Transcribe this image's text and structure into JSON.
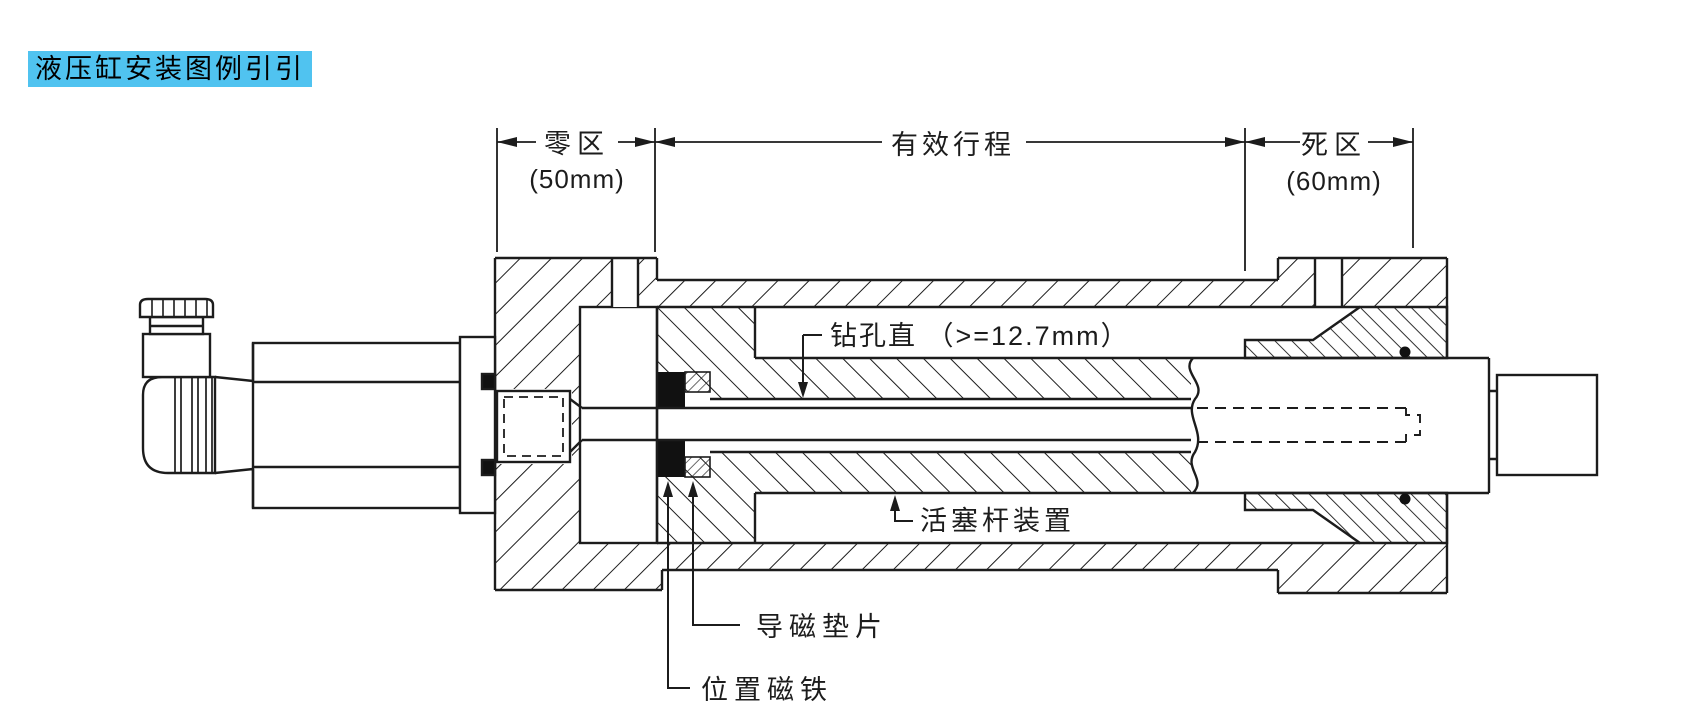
{
  "title": {
    "text": "液压缸安装图例引引",
    "highlight_color": "#50c3f0"
  },
  "dimensions": {
    "zero_zone": {
      "label": "零区",
      "value": "(50mm)"
    },
    "effective_stroke": {
      "label": "有效行程"
    },
    "dead_zone": {
      "label": "死区",
      "value": "(60mm)"
    }
  },
  "callouts": {
    "drill_hole": {
      "label": "钻孔直 （>=12.7mm）"
    },
    "piston_rod_assembly": {
      "label": "活塞杆装置"
    },
    "magnetic_washer": {
      "label": "导磁垫片"
    },
    "position_magnet": {
      "label": "位置磁铁"
    }
  },
  "drawing": {
    "subject": "hydraulic cylinder cross-section with magnetostrictive sensor",
    "line_color": "#1c1c1c",
    "background": "#ffffff"
  }
}
